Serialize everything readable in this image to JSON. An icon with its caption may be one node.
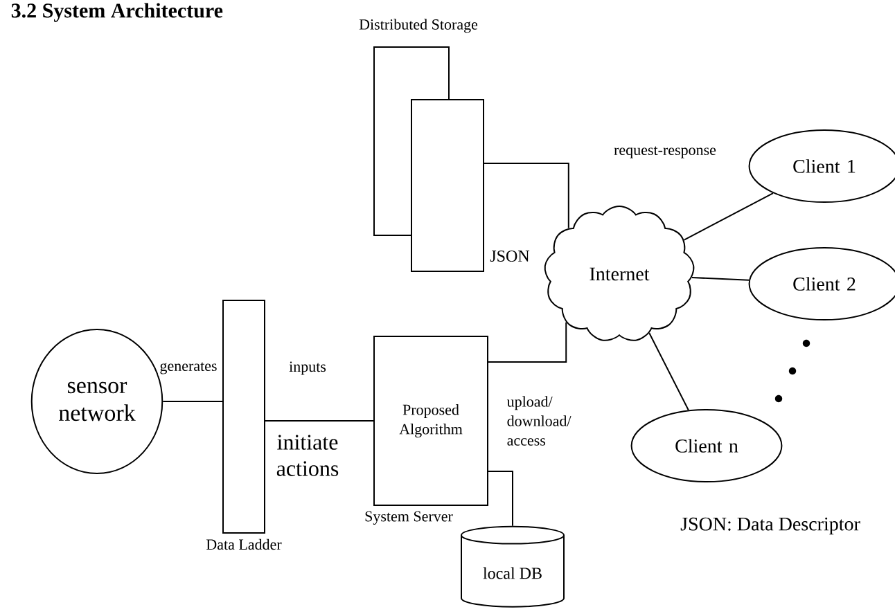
{
  "diagram": {
    "title": "3.2 System Architecture",
    "nodes": [
      {
        "text": [
          "sensor network"
        ]
      },
      {
        "text": [
          "Data Ladder"
        ]
      },
      {
        "text": [
          "Proposed Algorithm",
          "System Server"
        ]
      },
      {
        "text": [
          "Distributed Storage"
        ]
      },
      {
        "text": [],
        "shape": "box"
      },
      {
        "text": [
          "Internet"
        ]
      },
      {
        "text": [
          "Client 1"
        ]
      },
      {
        "text": [
          "Client 2"
        ]
      },
      {
        "text": [
          "Client n"
        ]
      },
      {
        "text": [
          "local DB"
        ]
      }
    ],
    "edges": [
      {
        "from": 0,
        "to": 1,
        "arrow": "none",
        "label": "generates"
      },
      {
        "from": 1,
        "to": 2,
        "arrow": "none",
        "label": "inputs"
      },
      {
        "from": 2,
        "to": 5,
        "arrow": "none"
      },
      {
        "from": 4,
        "to": 5,
        "arrow": "none"
      },
      {
        "from": 5,
        "to": 6,
        "arrow": "none"
      },
      {
        "from": 5,
        "to": 7,
        "arrow": "none"
      },
      {
        "from": 5,
        "to": 8,
        "arrow": "none"
      },
      {
        "from": 2,
        "to": 9,
        "arrow": "none"
      }
    ],
    "labels": [
      "request-response",
      "JSON",
      "initiate actions",
      "upload/ download/ access",
      "JSON: Data Descriptor"
    ]
  }
}
